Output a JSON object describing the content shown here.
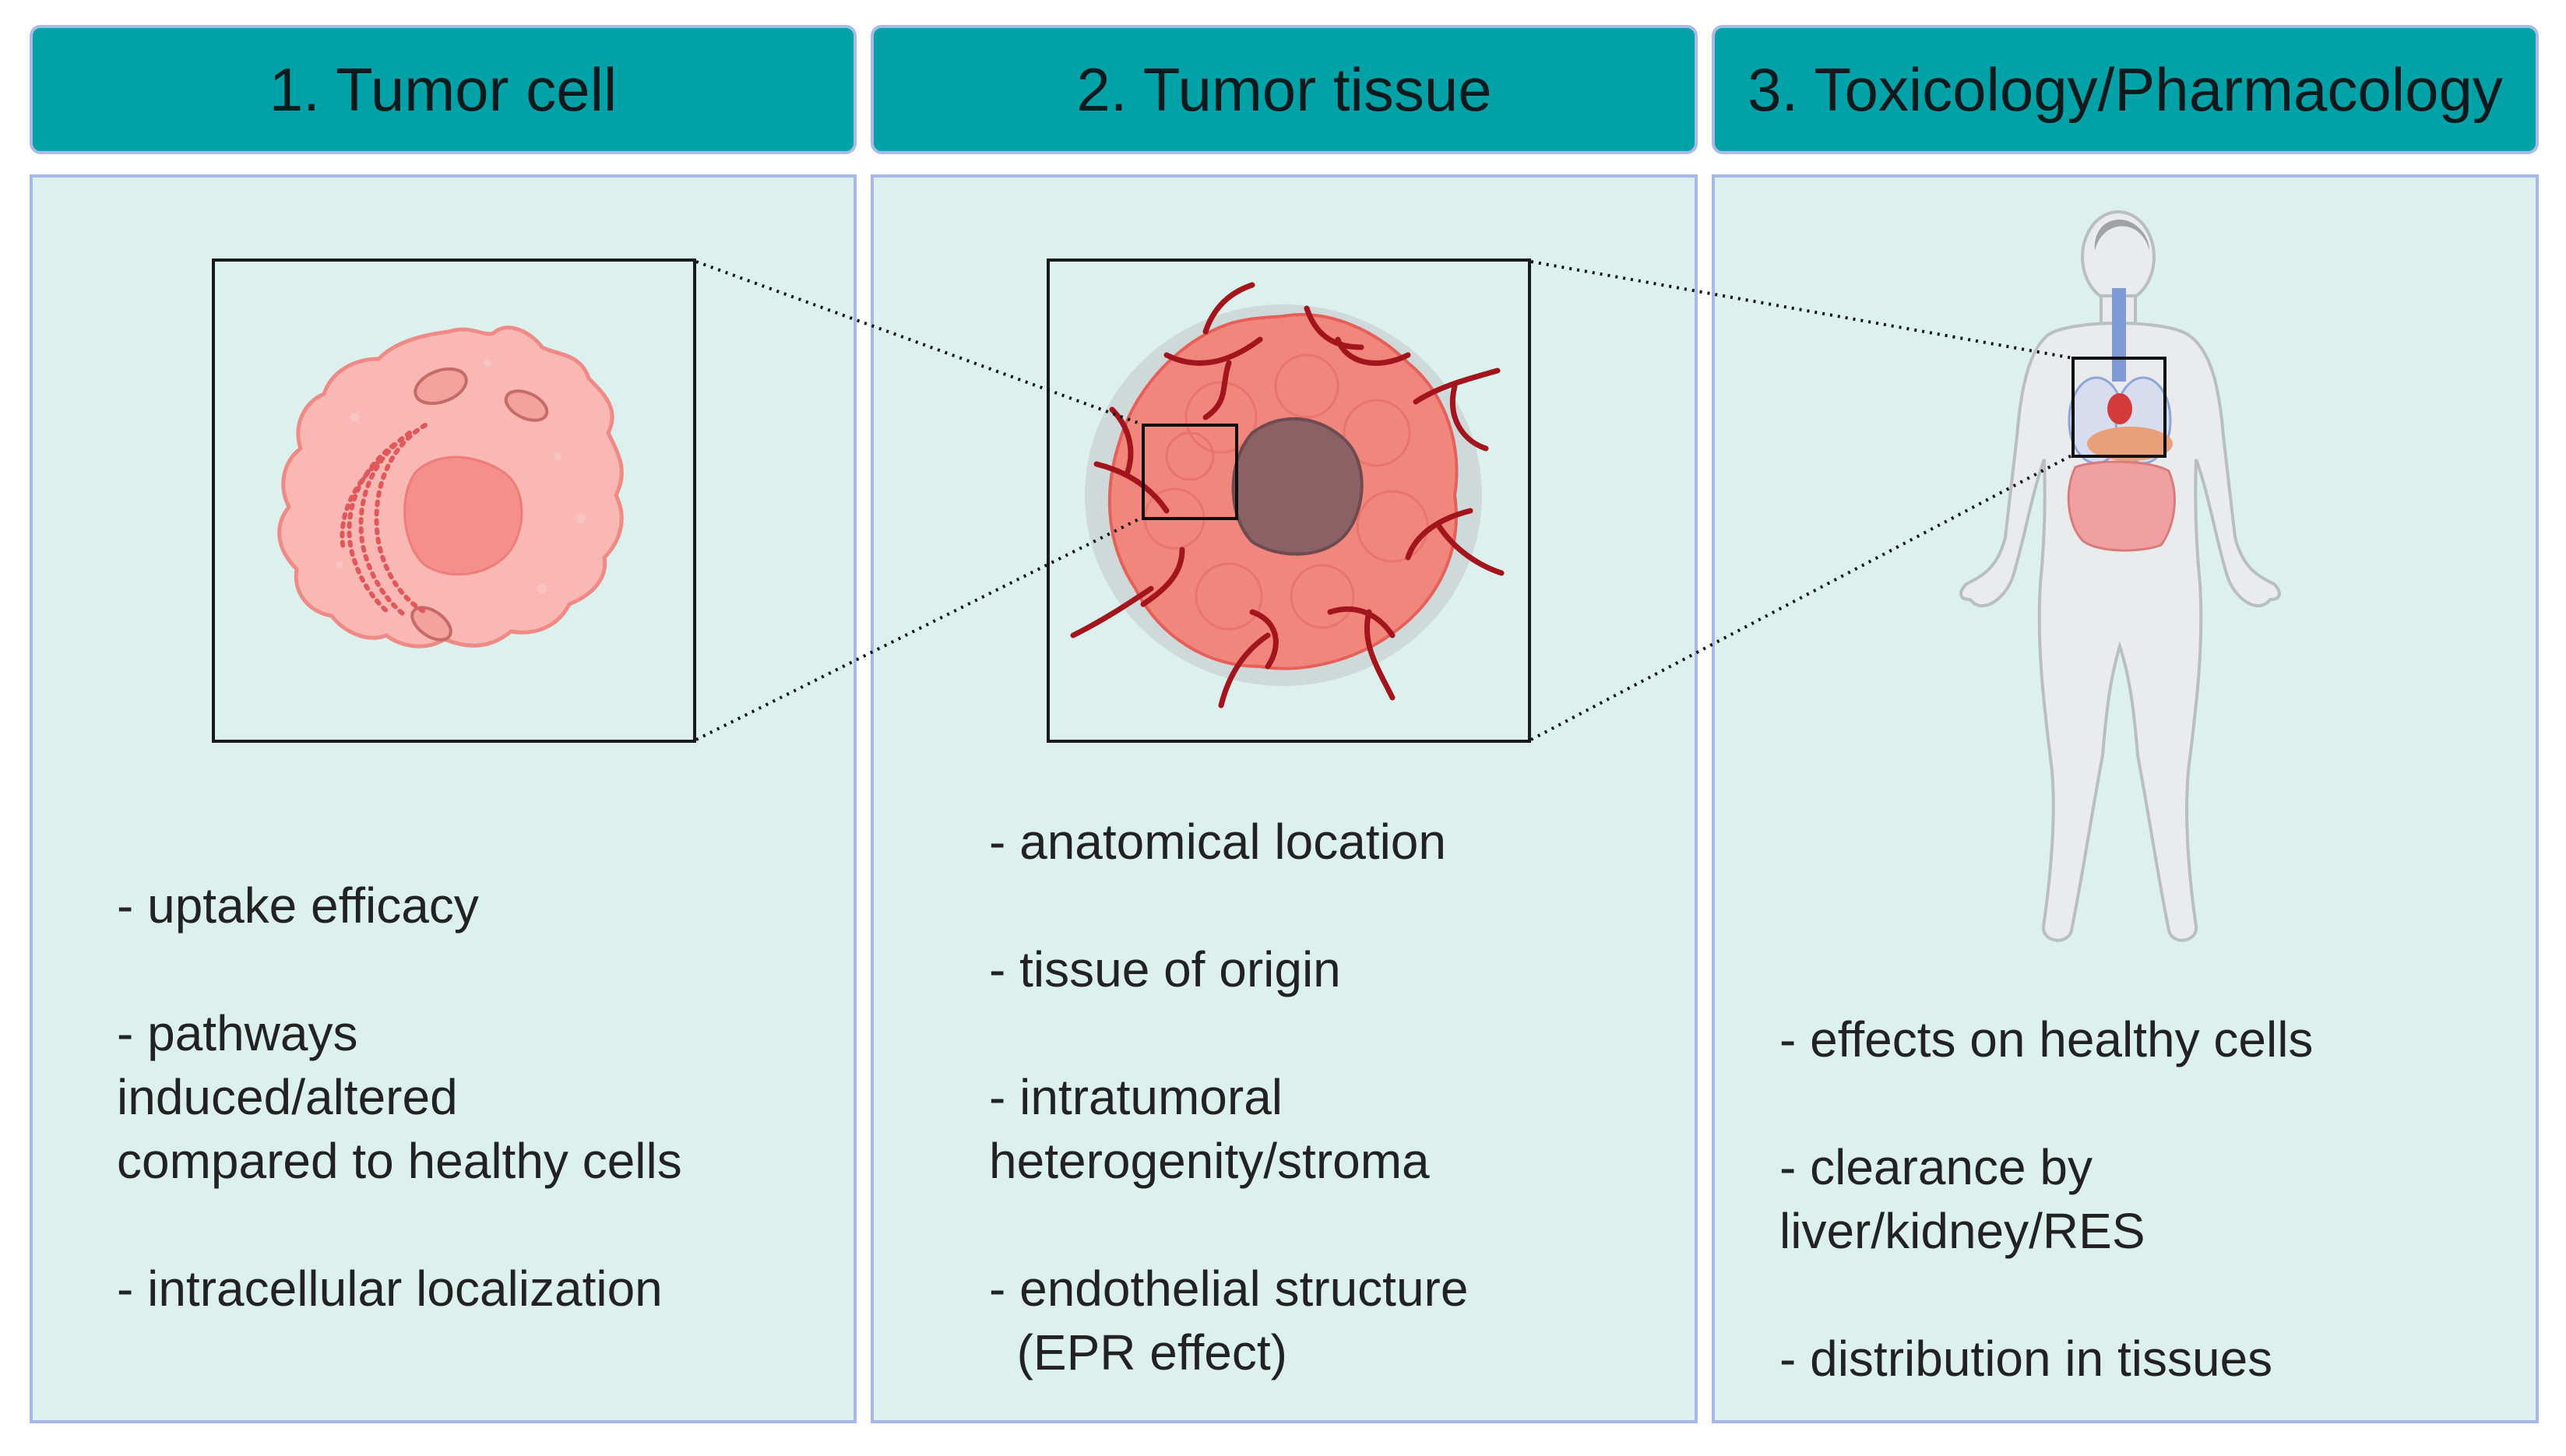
{
  "columns": [
    {
      "header": "1. Tumor cell",
      "bullets": [
        "- uptake efficacy",
        "- pathways",
        "induced/altered",
        "compared to healthy cells",
        "- intracellular localization"
      ]
    },
    {
      "header": "2. Tumor tissue",
      "bullets": [
        "- anatomical location",
        "- tissue of origin",
        "- intratumoral",
        "heterogenity/stroma",
        "- endothelial structure",
        "  (EPR effect)"
      ]
    },
    {
      "header": "3. Toxicology/Pharmacology",
      "bullets": [
        "- effects on healthy cells",
        "- clearance by",
        "liver/kidney/RES",
        "- distribution in tissues"
      ]
    }
  ],
  "colors": {
    "header_fill": "#00a1a7",
    "panel_fill": "#dcf1ee",
    "panel_border": "#a8b8e6",
    "cell_pink": "#f8b3b0",
    "tumor_red": "#a3151c"
  },
  "icons": [
    "tumor-cell-illustration",
    "tumor-tissue-illustration",
    "human-body-illustration"
  ]
}
